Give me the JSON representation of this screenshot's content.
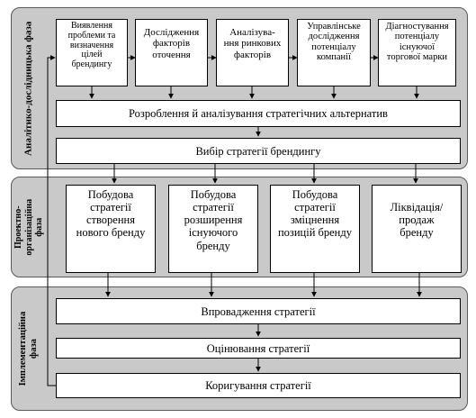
{
  "phases": {
    "analytical": "Аналітико-дослідницька фаза",
    "design": "Проектно-\nорганізаційна\nфаза",
    "implementation": "Імплементаційна\nфаза"
  },
  "analysis_steps": [
    "Виявлення\nпроблеми та\nвизначення\nцілей\nбрендингу",
    "Дослідження\nфакторів\nоточення",
    "Аналізува-\nння ринкових\nфакторів",
    "Управлінське\nдослідження\nпотенціалу\nкомпанії",
    "Діагностування\nпотенціалу\nіснуючої\nторгової марки"
  ],
  "alternatives": "Розроблення й аналізування стратегічних альтернатив",
  "choice": "Вибір стратегії брендингу",
  "strategies": [
    "Побудова\nстратегії\nстворення\nнового бренду",
    "Побудова\nстратегії\nрозширення\nіснуючого\nбренду",
    "Побудова\nстратегії\nзміцнення\nпозицій бренду",
    "Ліквідація/\nпродаж\nбренду"
  ],
  "implementation_steps": [
    "Впровадження стратегії",
    "Оцінювання стратегії",
    "Коригування стратегії"
  ]
}
